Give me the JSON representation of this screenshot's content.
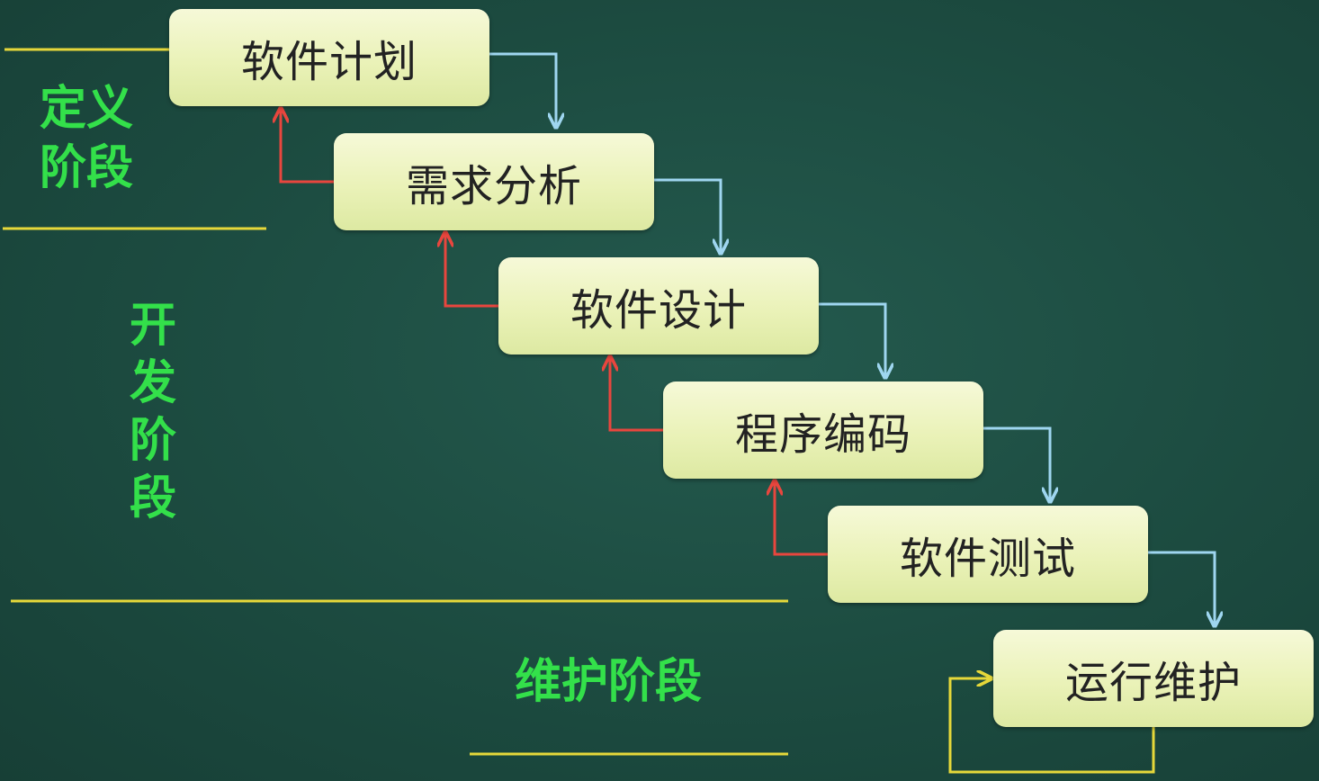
{
  "stages": [
    {
      "label": "软件计划"
    },
    {
      "label": "需求分析"
    },
    {
      "label": "软件设计"
    },
    {
      "label": "程序编码"
    },
    {
      "label": "软件测试"
    },
    {
      "label": "运行维护"
    }
  ],
  "phases": {
    "definition": "定义阶段",
    "development": "开发阶段",
    "maintenance": "维护阶段"
  },
  "colors": {
    "board": "#1d4d42",
    "box_fill": "#eef4c4",
    "forward_arrow": "#9fd6f0",
    "feedback_arrow": "#e8463e",
    "maintenance_loop": "#e6d83a",
    "divider": "#e6d83a",
    "phase_text": "#33e04a"
  }
}
